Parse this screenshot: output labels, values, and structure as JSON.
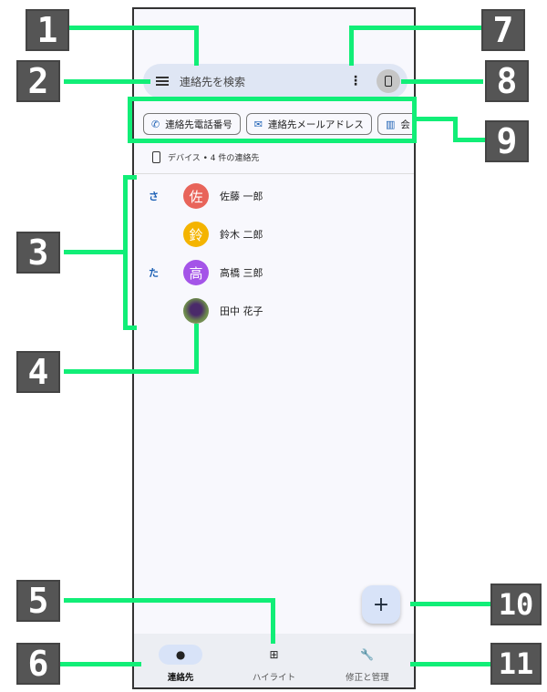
{
  "search": {
    "placeholder": "連絡先を検索"
  },
  "chips": [
    "連絡先電話番号",
    "連絡先メールアドレス",
    "会"
  ],
  "device_label": "デバイス • 4 件の連絡先",
  "contacts": [
    {
      "letter": "さ",
      "initial": "佐",
      "name": "佐藤 一郎",
      "color": "#e8645a"
    },
    {
      "letter": "",
      "initial": "鈴",
      "name": "鈴木 二郎",
      "color": "#f4b400"
    },
    {
      "letter": "た",
      "initial": "高",
      "name": "高橋 三郎",
      "color": "#a454e8"
    },
    {
      "letter": "",
      "initial": "",
      "name": "田中 花子",
      "color": "#6b5a7a"
    }
  ],
  "fab": "+",
  "nav": [
    {
      "label": "連絡先"
    },
    {
      "label": "ハイライト"
    },
    {
      "label": "修正と管理"
    }
  ],
  "callouts": [
    "1",
    "2",
    "3",
    "4",
    "5",
    "6",
    "7",
    "8",
    "9",
    "10",
    "11"
  ]
}
